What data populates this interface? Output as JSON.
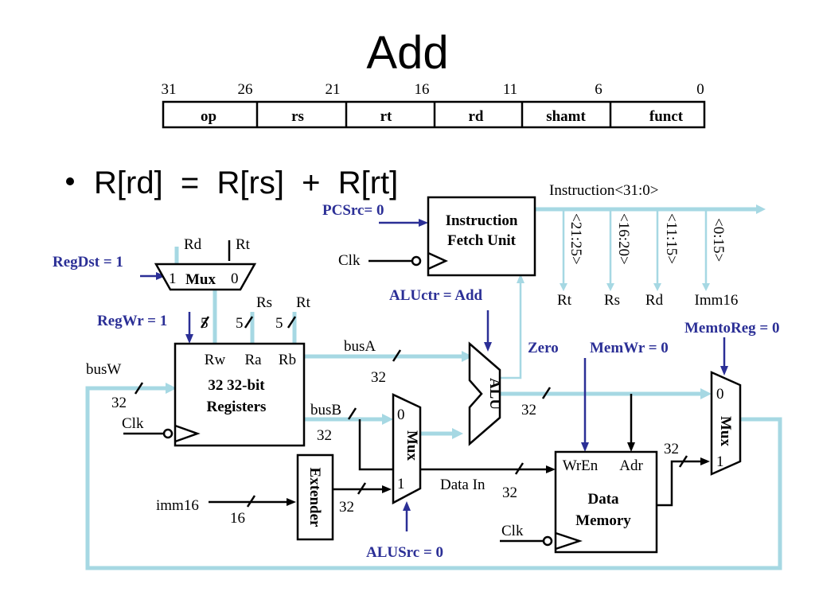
{
  "slide": {
    "title": "Add",
    "bullet": "R[rd]  =  R[rs]  +  R[rt]"
  },
  "instruction_format": {
    "bit_positions": [
      "31",
      "26",
      "21",
      "16",
      "11",
      "6",
      "0"
    ],
    "fields": [
      "op",
      "rs",
      "rt",
      "rd",
      "shamt",
      "funct"
    ]
  },
  "datapath": {
    "instruction_bus": "Instruction<31:0>",
    "fetch_unit": {
      "line1": "Instruction",
      "line2": "Fetch Unit",
      "clk": "Clk"
    },
    "slices": [
      "<21:25>",
      "<16:20>",
      "<11:15>",
      "<0:15>"
    ],
    "slice_outputs": [
      "Rt",
      "Rs",
      "Rd",
      "Imm16"
    ],
    "regdst_mux": {
      "label": "Mux",
      "in1": "1",
      "in0": "0",
      "rd": "Rd",
      "rt": "Rt"
    },
    "register_file": {
      "ports": [
        "Rw",
        "Ra",
        "Rb"
      ],
      "line1": "32 32-bit",
      "line2": "Registers",
      "rs": "Rs",
      "rt": "Rt",
      "clk": "Clk",
      "widths": [
        "5",
        "5",
        "5"
      ]
    },
    "buses": {
      "busA": "busA",
      "busB": "busB",
      "busW": "busW",
      "busA_width": "32",
      "busB_width": "32",
      "busW_width": "32",
      "alu_out_width": "32",
      "ext_out_width": "32",
      "data_in_width": "32",
      "mem_out_width": "32"
    },
    "alu": {
      "label": "ALU",
      "zero": "Zero"
    },
    "alusrc_mux": {
      "label": "Mux",
      "in0": "0",
      "in1": "1"
    },
    "extender": {
      "label": "Extender",
      "input": "imm16",
      "width": "16"
    },
    "data_memory": {
      "line1": "Data",
      "line2": "Memory",
      "wren": "WrEn",
      "adr": "Adr",
      "data_in": "Data In",
      "clk": "Clk"
    },
    "memtoreg_mux": {
      "label": "Mux",
      "in0": "0",
      "in1": "1"
    }
  },
  "control": {
    "pcsrc": "PCSrc= 0",
    "regdst": "RegDst = 1",
    "regwr": "RegWr = 1",
    "aluctr": "ALUctr = Add",
    "memwr": "MemWr = 0",
    "memtoreg": "MemtoReg = 0",
    "alusrc": "ALUSrc = 0"
  },
  "colors": {
    "bus": "#a6d8e3",
    "control": "#2b2f96",
    "wire": "#000000"
  }
}
